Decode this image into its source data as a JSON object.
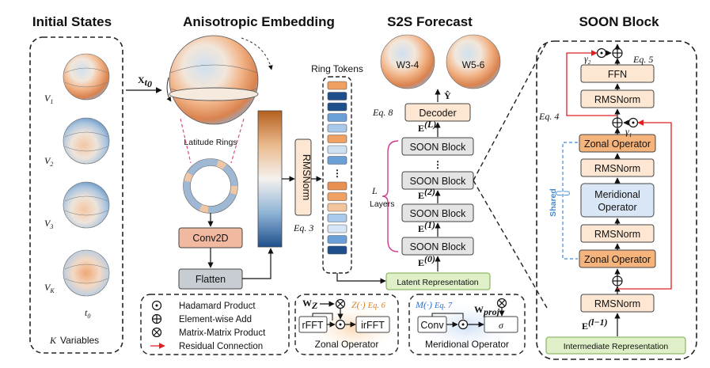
{
  "titles": {
    "initial": "Initial States",
    "embedding": "Anisotropic Embedding",
    "forecast": "S2S Forecast",
    "soon": "SOON Block"
  },
  "variables": {
    "v1": "V",
    "v1_sub": "1",
    "v2": "V",
    "v2_sub": "2",
    "v3": "V",
    "v3_sub": "3",
    "vk": "V",
    "vk_sub": "K",
    "t0": "t",
    "t0_sub": "0",
    "footer_k": "K",
    "footer_text": "Variables",
    "input_arrow": "X",
    "input_arrow_sub": "t",
    "input_arrow_subsub": "0"
  },
  "embedding": {
    "latitude_rings": "Latitude Rings",
    "conv2d": "Conv2D",
    "flatten": "Flatten",
    "rmsnorm": "RMSNorm",
    "eq3": "Eq. 3",
    "ring_tokens": "Ring Tokens"
  },
  "forecast": {
    "w34": "W3-4",
    "w56": "W5-6",
    "yhat": "Ŷ",
    "decoder": "Decoder",
    "eq8": "Eq. 8",
    "eL": "E",
    "eL_sup": "(L)",
    "soon_block": "SOON Block",
    "e2": "E",
    "e2_sup": "(2)",
    "e1": "E",
    "e1_sup": "(1)",
    "e0": "E",
    "e0_sup": "(0)",
    "L": "L",
    "layers": "Layers",
    "latent": "Latent Representation"
  },
  "soon": {
    "ffn": "FFN",
    "rmsnorm": "RMSNorm",
    "zonal": "Zonal Operator",
    "meridional_line1": "Meridional",
    "meridional_line2": "Operator",
    "gamma2": "γ",
    "gamma2_sub": "2",
    "gamma1": "γ",
    "gamma1_sub": "1",
    "eq5": "Eq. 5",
    "eq4": "Eq. 4",
    "shared": "Shared",
    "e_prev": "E",
    "e_prev_sup": "(l−1)",
    "intermediate": "Intermediate Representation"
  },
  "legend": {
    "hadamard": "Hadamard Product",
    "add": "Element-wise Add",
    "matmul": "Matrix-Matrix Product",
    "residual": "Residual Connection"
  },
  "zonal_detail": {
    "wz": "W",
    "wz_sub": "Z",
    "op": "Z(·)",
    "eq": "Eq. 6",
    "rfft": "rFFT",
    "irfft": "irFFT",
    "caption": "Zonal Operator"
  },
  "meridional_detail": {
    "op": "M(·)",
    "eq": "Eq. 7",
    "wproj": "W",
    "wproj_sub": "proj",
    "conv": "Conv",
    "sigma": "σ",
    "caption": "Meridional Operator"
  },
  "colors": {
    "orange_box": "#f5c89c",
    "orange_border": "#c8702a",
    "peach_box": "#fde7d2",
    "blue_box": "#d9e6f5",
    "gray_box": "#c7cdd3",
    "green_box": "#dff0c8",
    "green_border": "#7aaa4a",
    "conv_box": "#f0b9a0",
    "residual": "#e02020",
    "shared": "#3c8ad8"
  }
}
